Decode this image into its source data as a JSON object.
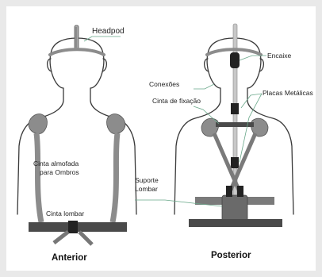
{
  "figure": {
    "anterior": {
      "title": "Anterior",
      "labels": {
        "headpod": "Headpod",
        "shoulder_strap_line1": "Cinta almofada",
        "shoulder_strap_line2": "para Ombros",
        "lumbar_strap": "Cinta lombar"
      }
    },
    "posterior": {
      "title": "Posterior",
      "labels": {
        "socket": "Encaixe",
        "connections": "Conexões",
        "metal_plates": "Placas Metálicas",
        "fixation_strap": "Cinta de fixação",
        "lumbar_support_line1": "Suporte",
        "lumbar_support_line2": "Lombar"
      }
    }
  },
  "colors": {
    "outline": "#3a3a3a",
    "pad_gray": "#8c8c8c",
    "strap_dark": "#4a4a4a",
    "leader_line": "#6aa88a",
    "rod_light": "#c8c8c8"
  }
}
